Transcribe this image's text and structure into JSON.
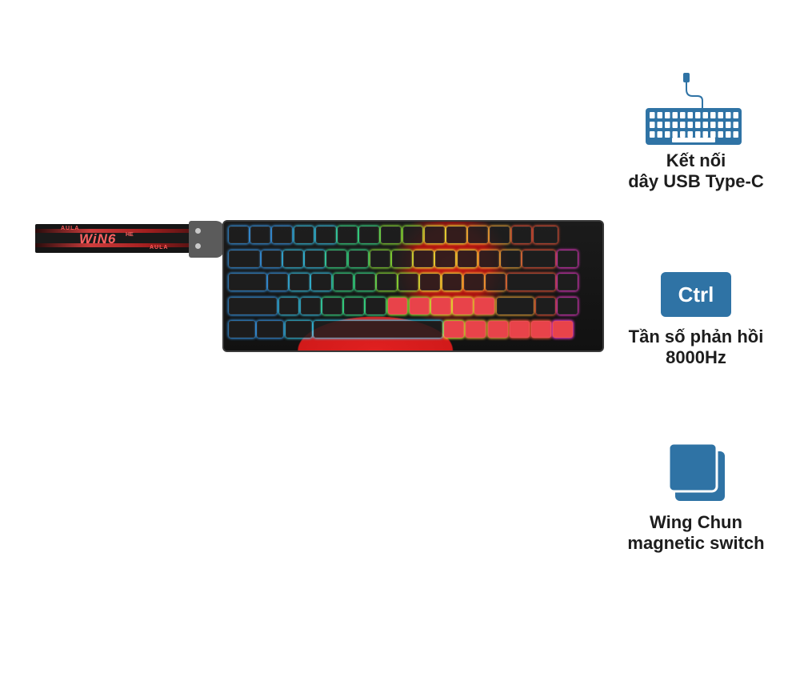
{
  "product": {
    "strap_brand": "AULA",
    "strap_model": "WiN6",
    "strap_sub": "HE"
  },
  "features": [
    {
      "icon": "usb-keyboard-icon",
      "label": "Kết nối\ndây USB Type-C"
    },
    {
      "icon": "ctrl-key-icon",
      "key_label": "Ctrl",
      "label": "Tần số phản hồi\n8000Hz"
    },
    {
      "icon": "switch-icon",
      "label": "Wing Chun\nmagnetic switch"
    }
  ],
  "colors": {
    "icon_blue": "#2f73a5",
    "accent_red": "#e8434a"
  }
}
